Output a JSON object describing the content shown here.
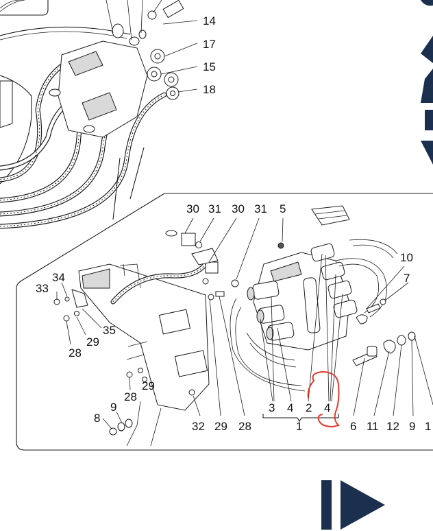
{
  "callouts_upper": [
    {
      "id": "c14",
      "text": "14"
    },
    {
      "id": "c17",
      "text": "17"
    },
    {
      "id": "c15",
      "text": "15"
    },
    {
      "id": "c18",
      "text": "18"
    }
  ],
  "callouts_lower": [
    {
      "id": "c30a",
      "text": "30"
    },
    {
      "id": "c31a",
      "text": "31"
    },
    {
      "id": "c30b",
      "text": "30"
    },
    {
      "id": "c31b",
      "text": "31"
    },
    {
      "id": "c5",
      "text": "5"
    },
    {
      "id": "c10",
      "text": "10"
    },
    {
      "id": "c7",
      "text": "7"
    },
    {
      "id": "c34",
      "text": "34"
    },
    {
      "id": "c33",
      "text": "33"
    },
    {
      "id": "c35",
      "text": "35"
    },
    {
      "id": "c29a",
      "text": "29"
    },
    {
      "id": "c28a",
      "text": "28"
    },
    {
      "id": "c29b",
      "text": "29"
    },
    {
      "id": "c28b",
      "text": "28"
    },
    {
      "id": "c9a",
      "text": "9"
    },
    {
      "id": "c8",
      "text": "8"
    },
    {
      "id": "c32",
      "text": "32"
    },
    {
      "id": "c29c",
      "text": "29"
    },
    {
      "id": "c28c",
      "text": "28"
    },
    {
      "id": "c3",
      "text": "3"
    },
    {
      "id": "c4a",
      "text": "4"
    },
    {
      "id": "c2",
      "text": "2"
    },
    {
      "id": "c4b",
      "text": "4"
    },
    {
      "id": "c1",
      "text": "1"
    },
    {
      "id": "c6",
      "text": "6"
    },
    {
      "id": "c11",
      "text": "11"
    },
    {
      "id": "c12",
      "text": "12"
    },
    {
      "id": "c9b",
      "text": "9"
    },
    {
      "id": "c1b",
      "text": "1"
    }
  ],
  "colors": {
    "line": "#1a1a1a",
    "annotation": "#e0392b",
    "nav": "#1b2f4e"
  },
  "icons": {
    "next": "skip-next-icon",
    "side_top": "nav-up-icon",
    "side_bottom": "nav-down-icon"
  }
}
